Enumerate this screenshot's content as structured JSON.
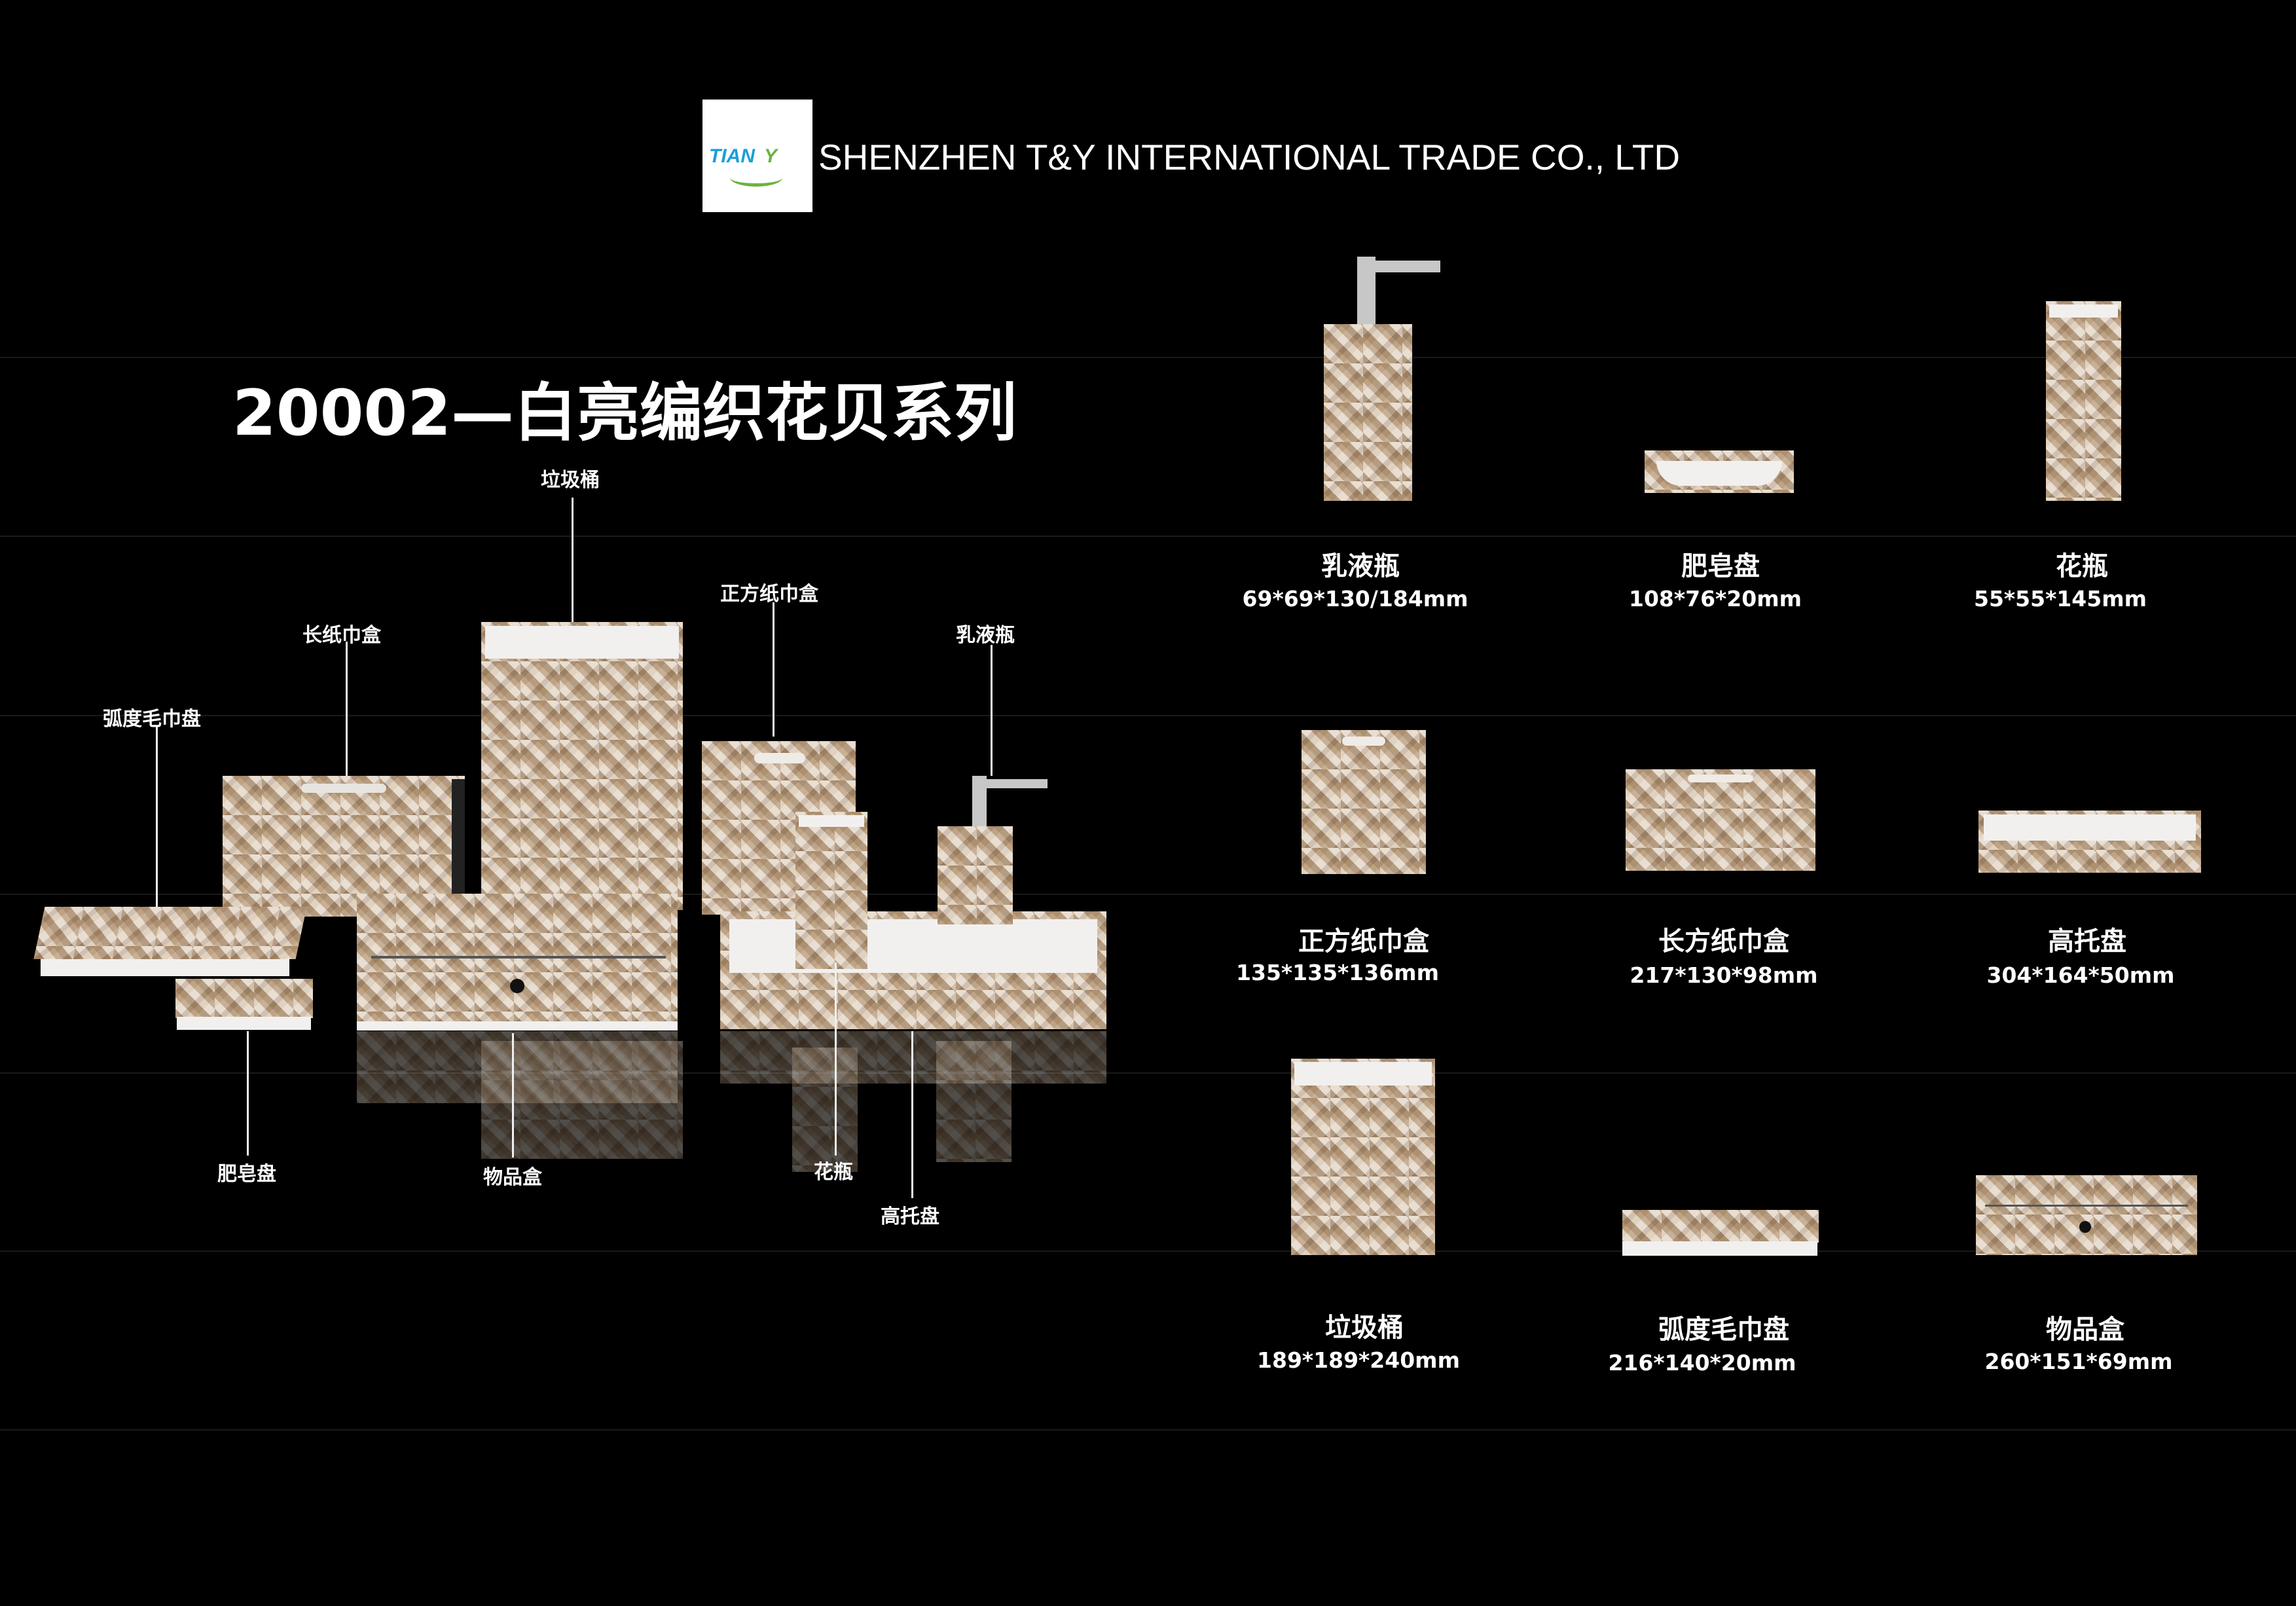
{
  "header": {
    "logo_text": "TIAN",
    "logo_text_y": "Y",
    "company": "SHENZHEN T&Y INTERNATIONAL TRADE CO., LTD"
  },
  "series_title": "20002—白亮编织花贝系列",
  "callouts": {
    "trash_bin": "垃圾桶",
    "square_tissue_box": "正方纸巾盒",
    "long_tissue_box": "长纸巾盒",
    "lotion_bottle": "乳液瓶",
    "curved_towel_tray": "弧度毛巾盘",
    "soap_dish": "肥皂盘",
    "storage_box": "物品盒",
    "vase": "花瓶",
    "tall_tray": "高托盘"
  },
  "products": [
    {
      "name": "乳液瓶",
      "dims": "69*69*130/184mm"
    },
    {
      "name": "肥皂盘",
      "dims": "108*76*20mm"
    },
    {
      "name": "花瓶",
      "dims": "55*55*145mm"
    },
    {
      "name": "正方纸巾盒",
      "dims": "135*135*136mm"
    },
    {
      "name": "长方纸巾盒",
      "dims": "217*130*98mm"
    },
    {
      "name": "高托盘",
      "dims": "304*164*50mm"
    },
    {
      "name": "垃圾桶",
      "dims": "189*189*240mm"
    },
    {
      "name": "弧度毛巾盘",
      "dims": "216*140*20mm"
    },
    {
      "name": "物品盒",
      "dims": "260*151*69mm"
    }
  ]
}
